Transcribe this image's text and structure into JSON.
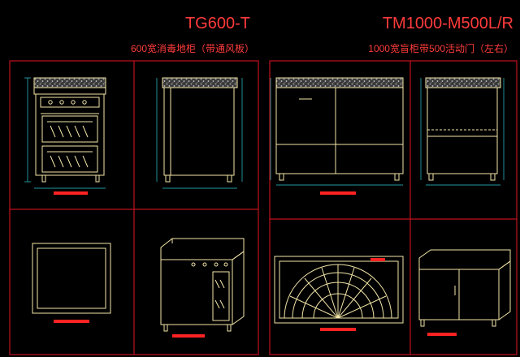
{
  "left_sheet": {
    "model": "TG600-T",
    "description": "600宽消毒地柜（带通风板）"
  },
  "right_sheet": {
    "model": "TM1000-M500L/R",
    "description": "1000宽盲柜带500活动门（左右）"
  },
  "colors": {
    "background": "#000000",
    "frame": "#c0101e",
    "title": "#ff3b3b",
    "linework": "#f3e6a8",
    "dimension": "#2ecbd6",
    "countertop_pattern": "#9a9a9a",
    "label_tag": "#ff2222"
  }
}
